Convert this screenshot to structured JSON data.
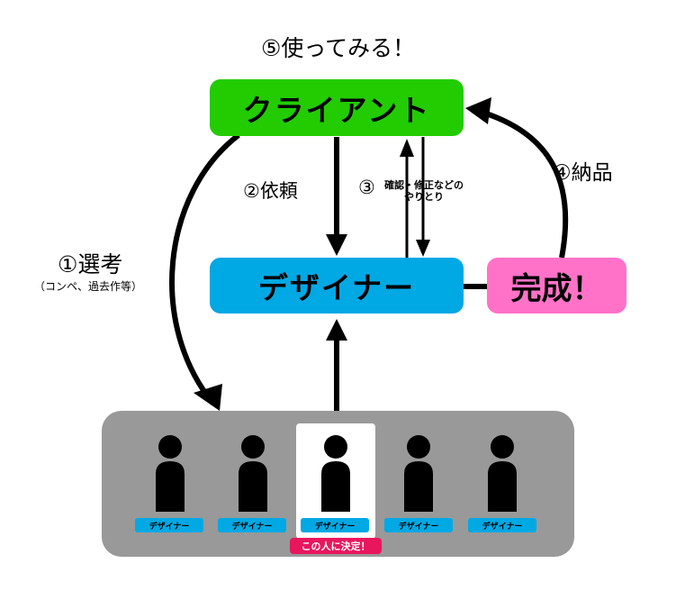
{
  "steps": {
    "use": "⑤使ってみる！",
    "request": "②依頼",
    "exchange": "③",
    "exchange_detail_1": "確認・修正などの",
    "exchange_detail_2": "やりとり",
    "deliver": "④納品",
    "select": "①選考",
    "select_detail": "（コンペ、過去作等）"
  },
  "nodes": {
    "client": "クライアント",
    "designer": "デザイナー",
    "done": "完成！"
  },
  "pool": {
    "designer_labels": [
      "デザイナー",
      "デザイナー",
      "デザイナー",
      "デザイナー",
      "デザイナー"
    ],
    "selected_index": 2,
    "selected_label": "この人に決定！"
  },
  "colors": {
    "client": "#22cc00",
    "designer": "#00a8e4",
    "done": "#ff72c8",
    "pool": "#999999",
    "decide": "#e8175d"
  }
}
